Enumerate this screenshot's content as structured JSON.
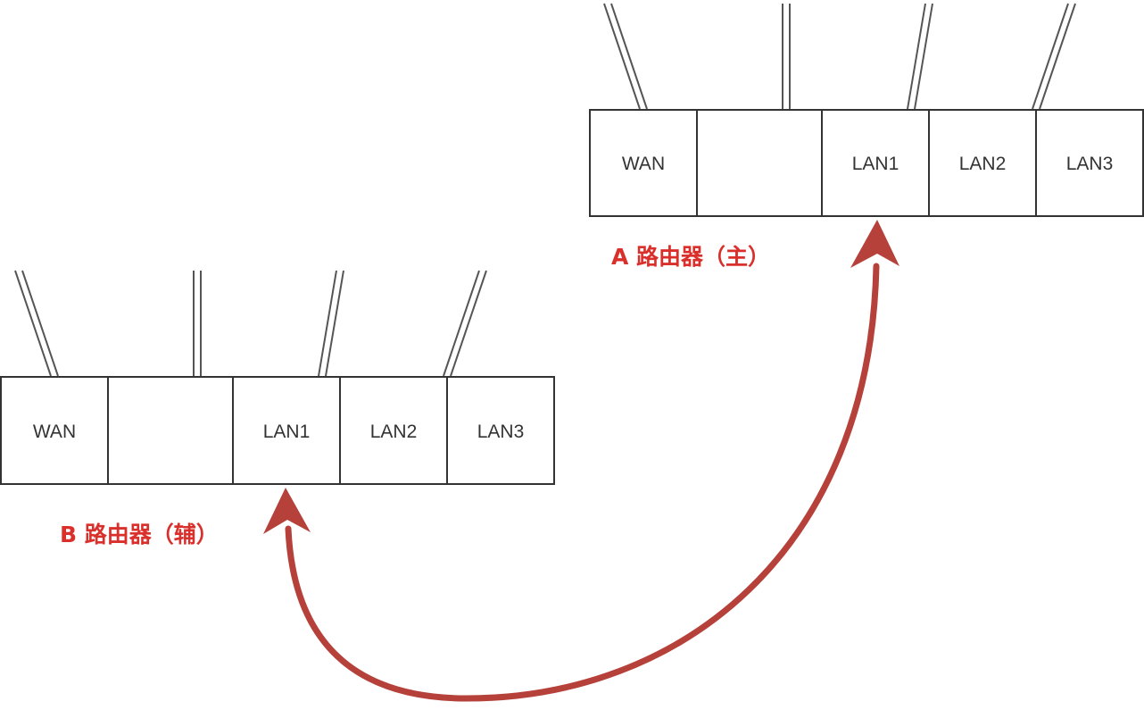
{
  "routers": {
    "a": {
      "caption": "A 路由器（主）",
      "ports": [
        "WAN",
        "",
        "LAN1",
        "LAN2",
        "LAN3"
      ]
    },
    "b": {
      "caption": "B 路由器（辅）",
      "ports": [
        "WAN",
        "",
        "LAN1",
        "LAN2",
        "LAN3"
      ]
    }
  },
  "connection": {
    "from": "B LAN1",
    "to": "A LAN1",
    "color": "#b5413a"
  }
}
